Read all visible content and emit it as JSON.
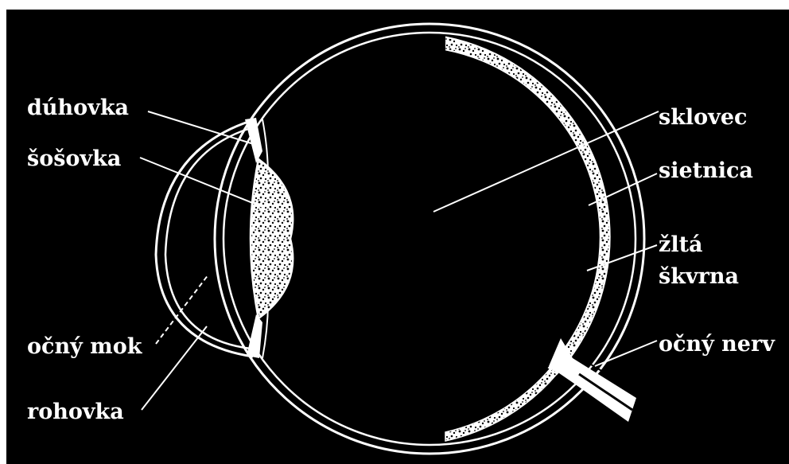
{
  "colors": {
    "background": "#000000",
    "foreground": "#ffffff",
    "page_margin": "#ffffff"
  },
  "labels": {
    "iris": "dúhovka",
    "lens": "šošovka",
    "aqueous": "očný mok",
    "cornea": "rohovka",
    "vitreous": "sklovec",
    "retina": "sietnica",
    "macula_line1": "žltá",
    "macula_line2": "škvrna",
    "optic_nerve": "očný nerv"
  }
}
